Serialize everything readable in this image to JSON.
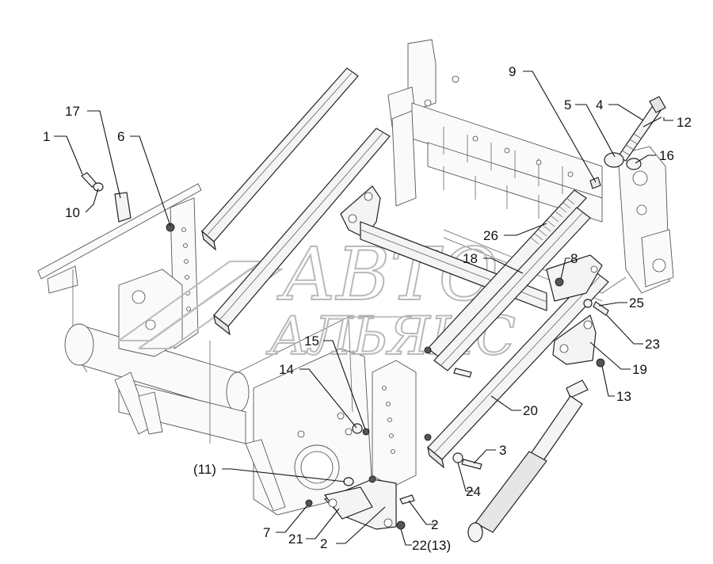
{
  "diagram": {
    "watermark": {
      "line1": "АВТО",
      "line2": "АЛЬЯНС"
    },
    "callouts": [
      {
        "id": "c1",
        "text": "1"
      },
      {
        "id": "c2a",
        "text": "2"
      },
      {
        "id": "c2b",
        "text": "2"
      },
      {
        "id": "c3",
        "text": "3"
      },
      {
        "id": "c4",
        "text": "4"
      },
      {
        "id": "c5",
        "text": "5"
      },
      {
        "id": "c6",
        "text": "6"
      },
      {
        "id": "c7",
        "text": "7"
      },
      {
        "id": "c8",
        "text": "8"
      },
      {
        "id": "c9",
        "text": "9"
      },
      {
        "id": "c10",
        "text": "10"
      },
      {
        "id": "c11",
        "text": "(11)"
      },
      {
        "id": "c12",
        "text": "12"
      },
      {
        "id": "c13",
        "text": "13"
      },
      {
        "id": "c14",
        "text": "14"
      },
      {
        "id": "c15",
        "text": "15"
      },
      {
        "id": "c16",
        "text": "16"
      },
      {
        "id": "c17",
        "text": "17"
      },
      {
        "id": "c18",
        "text": "18"
      },
      {
        "id": "c19",
        "text": "19"
      },
      {
        "id": "c20",
        "text": "20"
      },
      {
        "id": "c21",
        "text": "21"
      },
      {
        "id": "c22",
        "text": "22(13)"
      },
      {
        "id": "c23",
        "text": "23"
      },
      {
        "id": "c24",
        "text": "24"
      },
      {
        "id": "c25",
        "text": "25"
      },
      {
        "id": "c26",
        "text": "26"
      }
    ]
  }
}
